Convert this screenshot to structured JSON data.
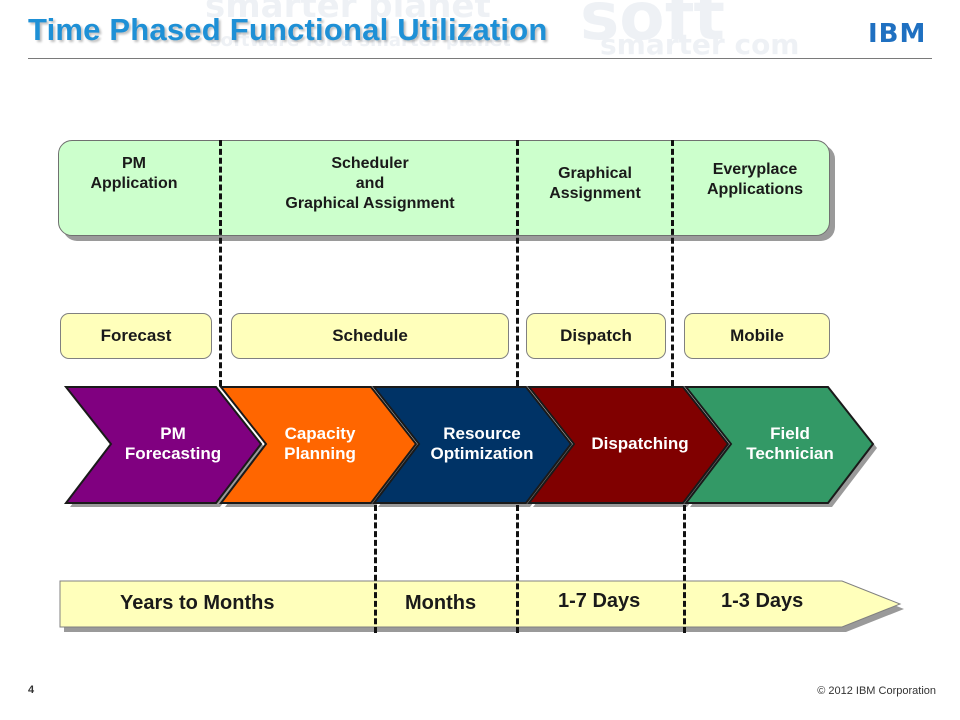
{
  "header": {
    "title": "Time Phased Functional Utilization",
    "logo": "IBM",
    "banner_words": [
      "smarter planet",
      "software for a smarter planet",
      "soft",
      "smarter com"
    ]
  },
  "applications": [
    {
      "label": "PM\nApplication"
    },
    {
      "label": "Scheduler\nand\nGraphical Assignment"
    },
    {
      "label": "Graphical\nAssignment"
    },
    {
      "label": "Everyplace\nApplications"
    }
  ],
  "functions": [
    {
      "label": "Forecast"
    },
    {
      "label": "Schedule"
    },
    {
      "label": "Dispatch"
    },
    {
      "label": "Mobile"
    }
  ],
  "processes": [
    {
      "label": "PM\nForecasting",
      "color": "#800080"
    },
    {
      "label": "Capacity\nPlanning",
      "color": "#ff6600"
    },
    {
      "label": "Resource\nOptimization",
      "color": "#003366"
    },
    {
      "label": "Dispatching",
      "color": "#800000"
    },
    {
      "label": "Field\nTechnician",
      "color": "#339966"
    }
  ],
  "timeline": [
    {
      "label": "Years to Months"
    },
    {
      "label": "Months"
    },
    {
      "label": "1-7 Days"
    },
    {
      "label": "1-3 Days"
    }
  ],
  "footer": {
    "page_number": "4",
    "copyright": "© 2012 IBM Corporation"
  },
  "colors": {
    "title": "#1e90d6",
    "app_fill": "#ccffcc",
    "pill_fill": "#ffffbb",
    "timeline_fill": "#ffffbb"
  }
}
